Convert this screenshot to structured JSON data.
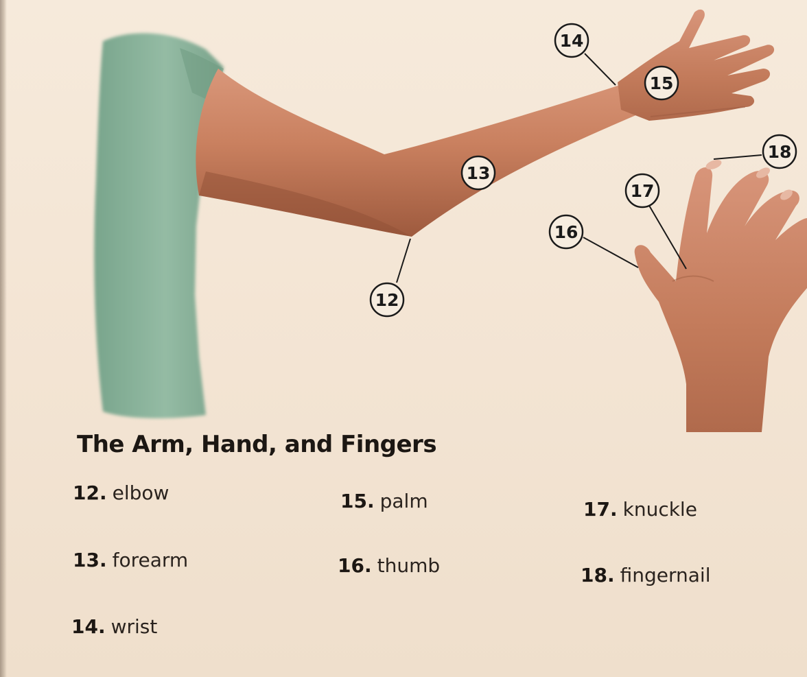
{
  "section_title": "The Arm, Hand, and Fingers",
  "callouts": [
    "12",
    "13",
    "14",
    "15",
    "16",
    "17",
    "18"
  ],
  "terms": [
    {
      "num": "12.",
      "word": "elbow"
    },
    {
      "num": "13.",
      "word": "forearm"
    },
    {
      "num": "14.",
      "word": "wrist"
    },
    {
      "num": "15.",
      "word": "palm"
    },
    {
      "num": "16.",
      "word": "thumb"
    },
    {
      "num": "17.",
      "word": "knuckle"
    },
    {
      "num": "18.",
      "word": "fingernail"
    }
  ],
  "colors": {
    "paper": "#f3e6d6",
    "shirt": "#8db59e",
    "skin": "#c98363",
    "skin_dark": "#9c5a3f",
    "ink": "#1c1713"
  }
}
